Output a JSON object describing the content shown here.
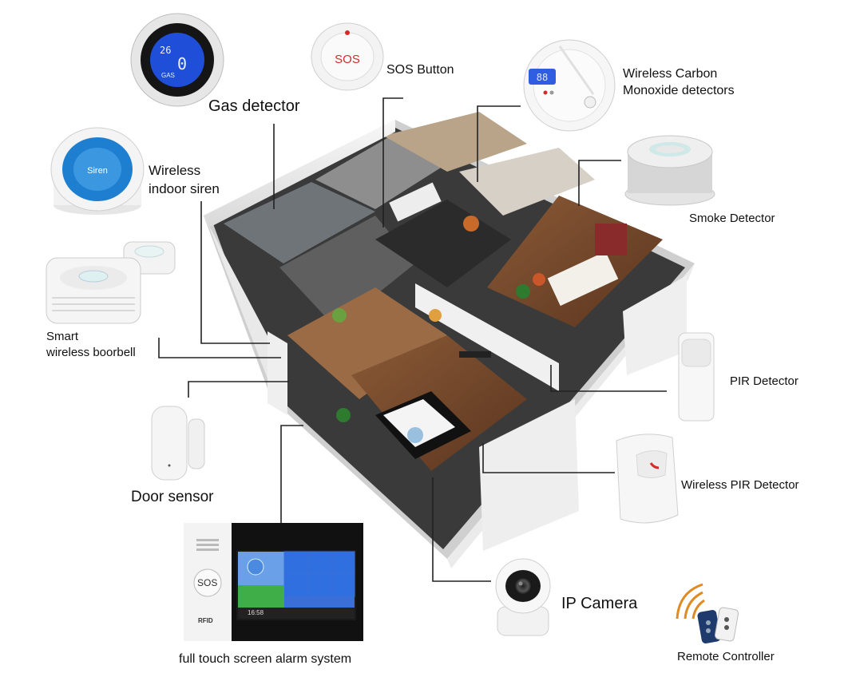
{
  "labels": {
    "gas_detector": "Gas detector",
    "sos_button": "SOS Button",
    "co_detectors_line1": "Wireless Carbon",
    "co_detectors_line2": "Monoxide detectors",
    "indoor_siren_line1": "Wireless",
    "indoor_siren_line2": "indoor siren",
    "smoke_detector": "Smoke Detector",
    "doorbell_line1": "Smart",
    "doorbell_line2": "wireless boorbell",
    "pir_detector": "PIR Detector",
    "door_sensor": "Door sensor",
    "wireless_pir_detector": "Wireless PIR Detector",
    "ip_camera": "IP Camera",
    "alarm_system": "full touch screen alarm system",
    "remote_controller": "Remote Controller"
  },
  "device_text": {
    "gas_screen_top": "26",
    "gas_screen_mid": "0",
    "gas_screen_word": "GAS",
    "sos_button_face": "SOS",
    "siren_face": "Siren",
    "co_screen": "88",
    "panel_sos": "SOS",
    "panel_rfid": "RFID",
    "panel_clock": "16:58"
  },
  "colors": {
    "lcd_blue": "#1f4fd8",
    "siren_blue": "#1e7fd0",
    "sos_red": "#d42a2a",
    "line": "#222222",
    "wall": "#f2f2f2",
    "floor_wood": "#7a4a2c",
    "tile_app_green": "#3fae49",
    "tile_app_blue": "#2f6fe0",
    "signal_orange": "#e08a22"
  }
}
